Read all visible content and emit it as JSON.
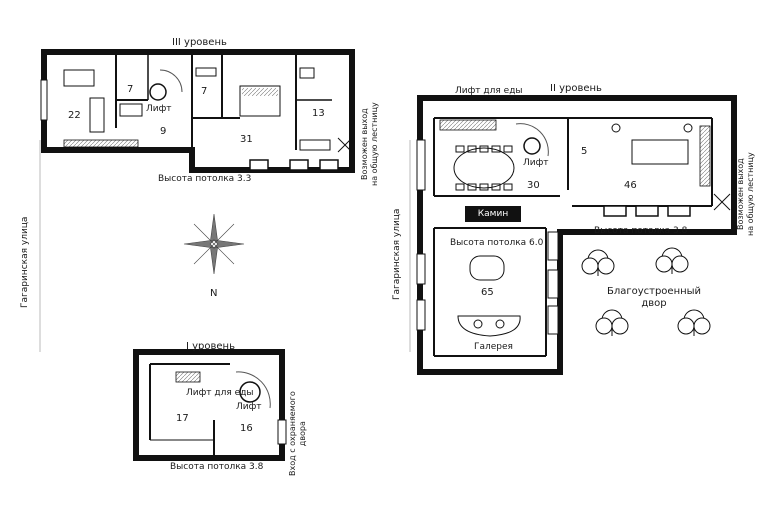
{
  "plan": {
    "level3": {
      "title": "III уровень",
      "ceiling": "Высота потолка 3.3",
      "exit_note": "Возможен выход\nна общую лестницу",
      "lift": "Лифт",
      "rooms": [
        "22",
        "7",
        "9",
        "7",
        "31",
        "13"
      ]
    },
    "level2": {
      "title": "II уровень",
      "food_lift": "Лифт для еды",
      "lift": "Лифт",
      "fireplace": "Камин",
      "ceiling_main": "Высота потолка 6.0",
      "ceiling_side": "Высота потолка 3.8",
      "gallery": "Галерея",
      "exit_note": "Возможен выход\nна общую лестницу",
      "rooms": [
        "30",
        "5",
        "46",
        "65"
      ]
    },
    "level1": {
      "title": "I уровень",
      "food_lift": "Лифт для еды",
      "lift": "Лифт",
      "ceiling": "Высота потолка 3.8",
      "entrance_note": "Вход с охраняемого\nдвора",
      "rooms": [
        "17",
        "16"
      ]
    },
    "street_left": "Гагаринская улица",
    "street_mid": "Гагаринская улица",
    "north": "N",
    "courtyard": "Благоустроенный\nдвор"
  }
}
